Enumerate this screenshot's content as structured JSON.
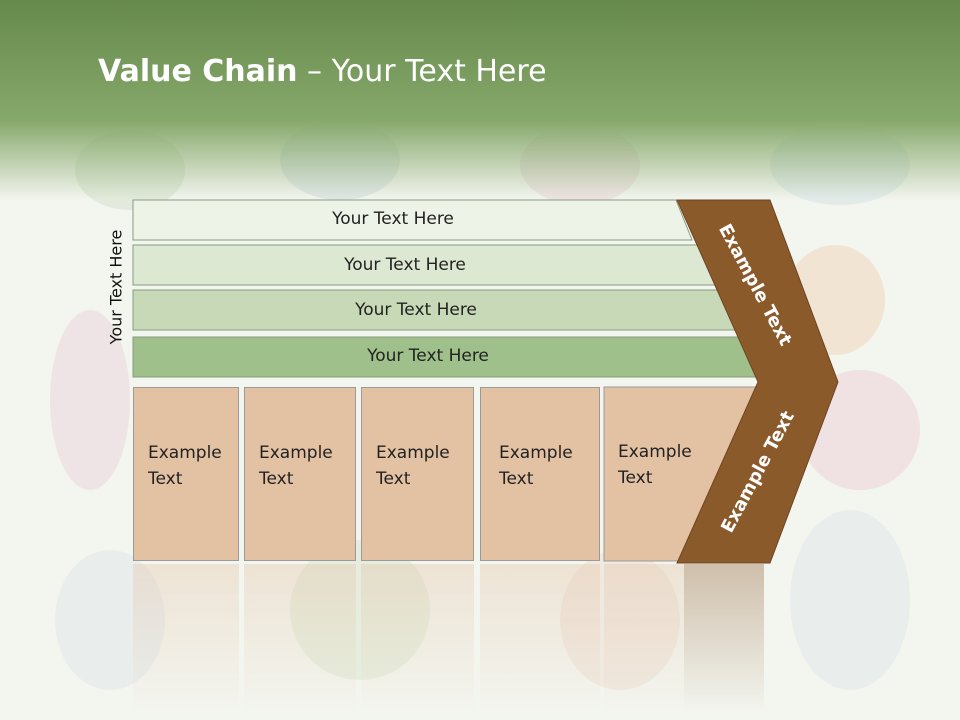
{
  "slide": {
    "title_bold": "Value Chain",
    "title_rest": " – Your Text Here",
    "side_label": "Your Text Here"
  },
  "bars": [
    {
      "label": "Your Text Here"
    },
    {
      "label": "Your Text Here"
    },
    {
      "label": "Your Text Here"
    },
    {
      "label": "Your Text Here"
    }
  ],
  "boxes": [
    {
      "line1": "Example",
      "line2": "Text"
    },
    {
      "line1": "Example",
      "line2": "Text"
    },
    {
      "line1": "Example",
      "line2": "Text"
    },
    {
      "line1": "Example",
      "line2": "Text"
    },
    {
      "line1": "Example",
      "line2": "Text"
    }
  ],
  "chevron": {
    "upper_label": "Example Text",
    "lower_label": "Example Text"
  },
  "colors": {
    "header_green": "#7a9c5f",
    "bar_colors": [
      "#eef3e8",
      "#dde8d2",
      "#c7d9b7",
      "#9fc08a"
    ],
    "box_fill": "#e3c2a4",
    "chevron_brown": "#8b5a2b"
  }
}
